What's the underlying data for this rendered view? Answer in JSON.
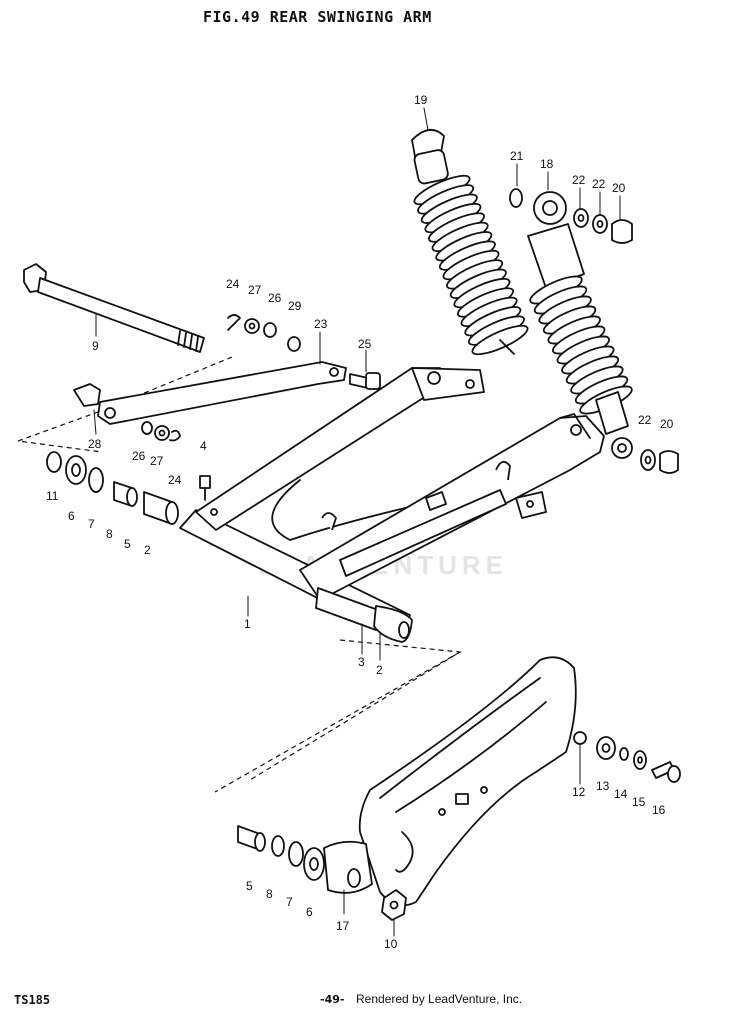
{
  "title": "FIG.49  REAR SWINGING ARM",
  "watermark": "LEADVENTURE",
  "footer": {
    "model_code": "TS185",
    "page_number": "-49-",
    "credit": "Rendered by LeadVenture, Inc."
  },
  "callouts": [
    {
      "id": "c19a",
      "text": "19"
    },
    {
      "id": "c21",
      "text": "21"
    },
    {
      "id": "c18",
      "text": "18"
    },
    {
      "id": "c22a",
      "text": "22"
    },
    {
      "id": "c22b",
      "text": "22"
    },
    {
      "id": "c20a",
      "text": "20"
    },
    {
      "id": "c9",
      "text": "9"
    },
    {
      "id": "c24a",
      "text": "24"
    },
    {
      "id": "c27a",
      "text": "27"
    },
    {
      "id": "c26a",
      "text": "26"
    },
    {
      "id": "c29",
      "text": "29"
    },
    {
      "id": "c23",
      "text": "23"
    },
    {
      "id": "c25",
      "text": "25"
    },
    {
      "id": "c28",
      "text": "28"
    },
    {
      "id": "c26b",
      "text": "26"
    },
    {
      "id": "c27b",
      "text": "27"
    },
    {
      "id": "c24b",
      "text": "24"
    },
    {
      "id": "c4",
      "text": "4"
    },
    {
      "id": "c11",
      "text": "11"
    },
    {
      "id": "c6a",
      "text": "6"
    },
    {
      "id": "c7a",
      "text": "7"
    },
    {
      "id": "c8a",
      "text": "8"
    },
    {
      "id": "c5a",
      "text": "5"
    },
    {
      "id": "c2a",
      "text": "2"
    },
    {
      "id": "c1",
      "text": "1"
    },
    {
      "id": "c3",
      "text": "3"
    },
    {
      "id": "c2b",
      "text": "2"
    },
    {
      "id": "c22c",
      "text": "22"
    },
    {
      "id": "c20b",
      "text": "20"
    },
    {
      "id": "c12",
      "text": "12"
    },
    {
      "id": "c13",
      "text": "13"
    },
    {
      "id": "c14",
      "text": "14"
    },
    {
      "id": "c15",
      "text": "15"
    },
    {
      "id": "c16",
      "text": "16"
    },
    {
      "id": "c5b",
      "text": "5"
    },
    {
      "id": "c8b",
      "text": "8"
    },
    {
      "id": "c7b",
      "text": "7"
    },
    {
      "id": "c6b",
      "text": "6"
    },
    {
      "id": "c17",
      "text": "17"
    },
    {
      "id": "c10",
      "text": "10"
    }
  ]
}
